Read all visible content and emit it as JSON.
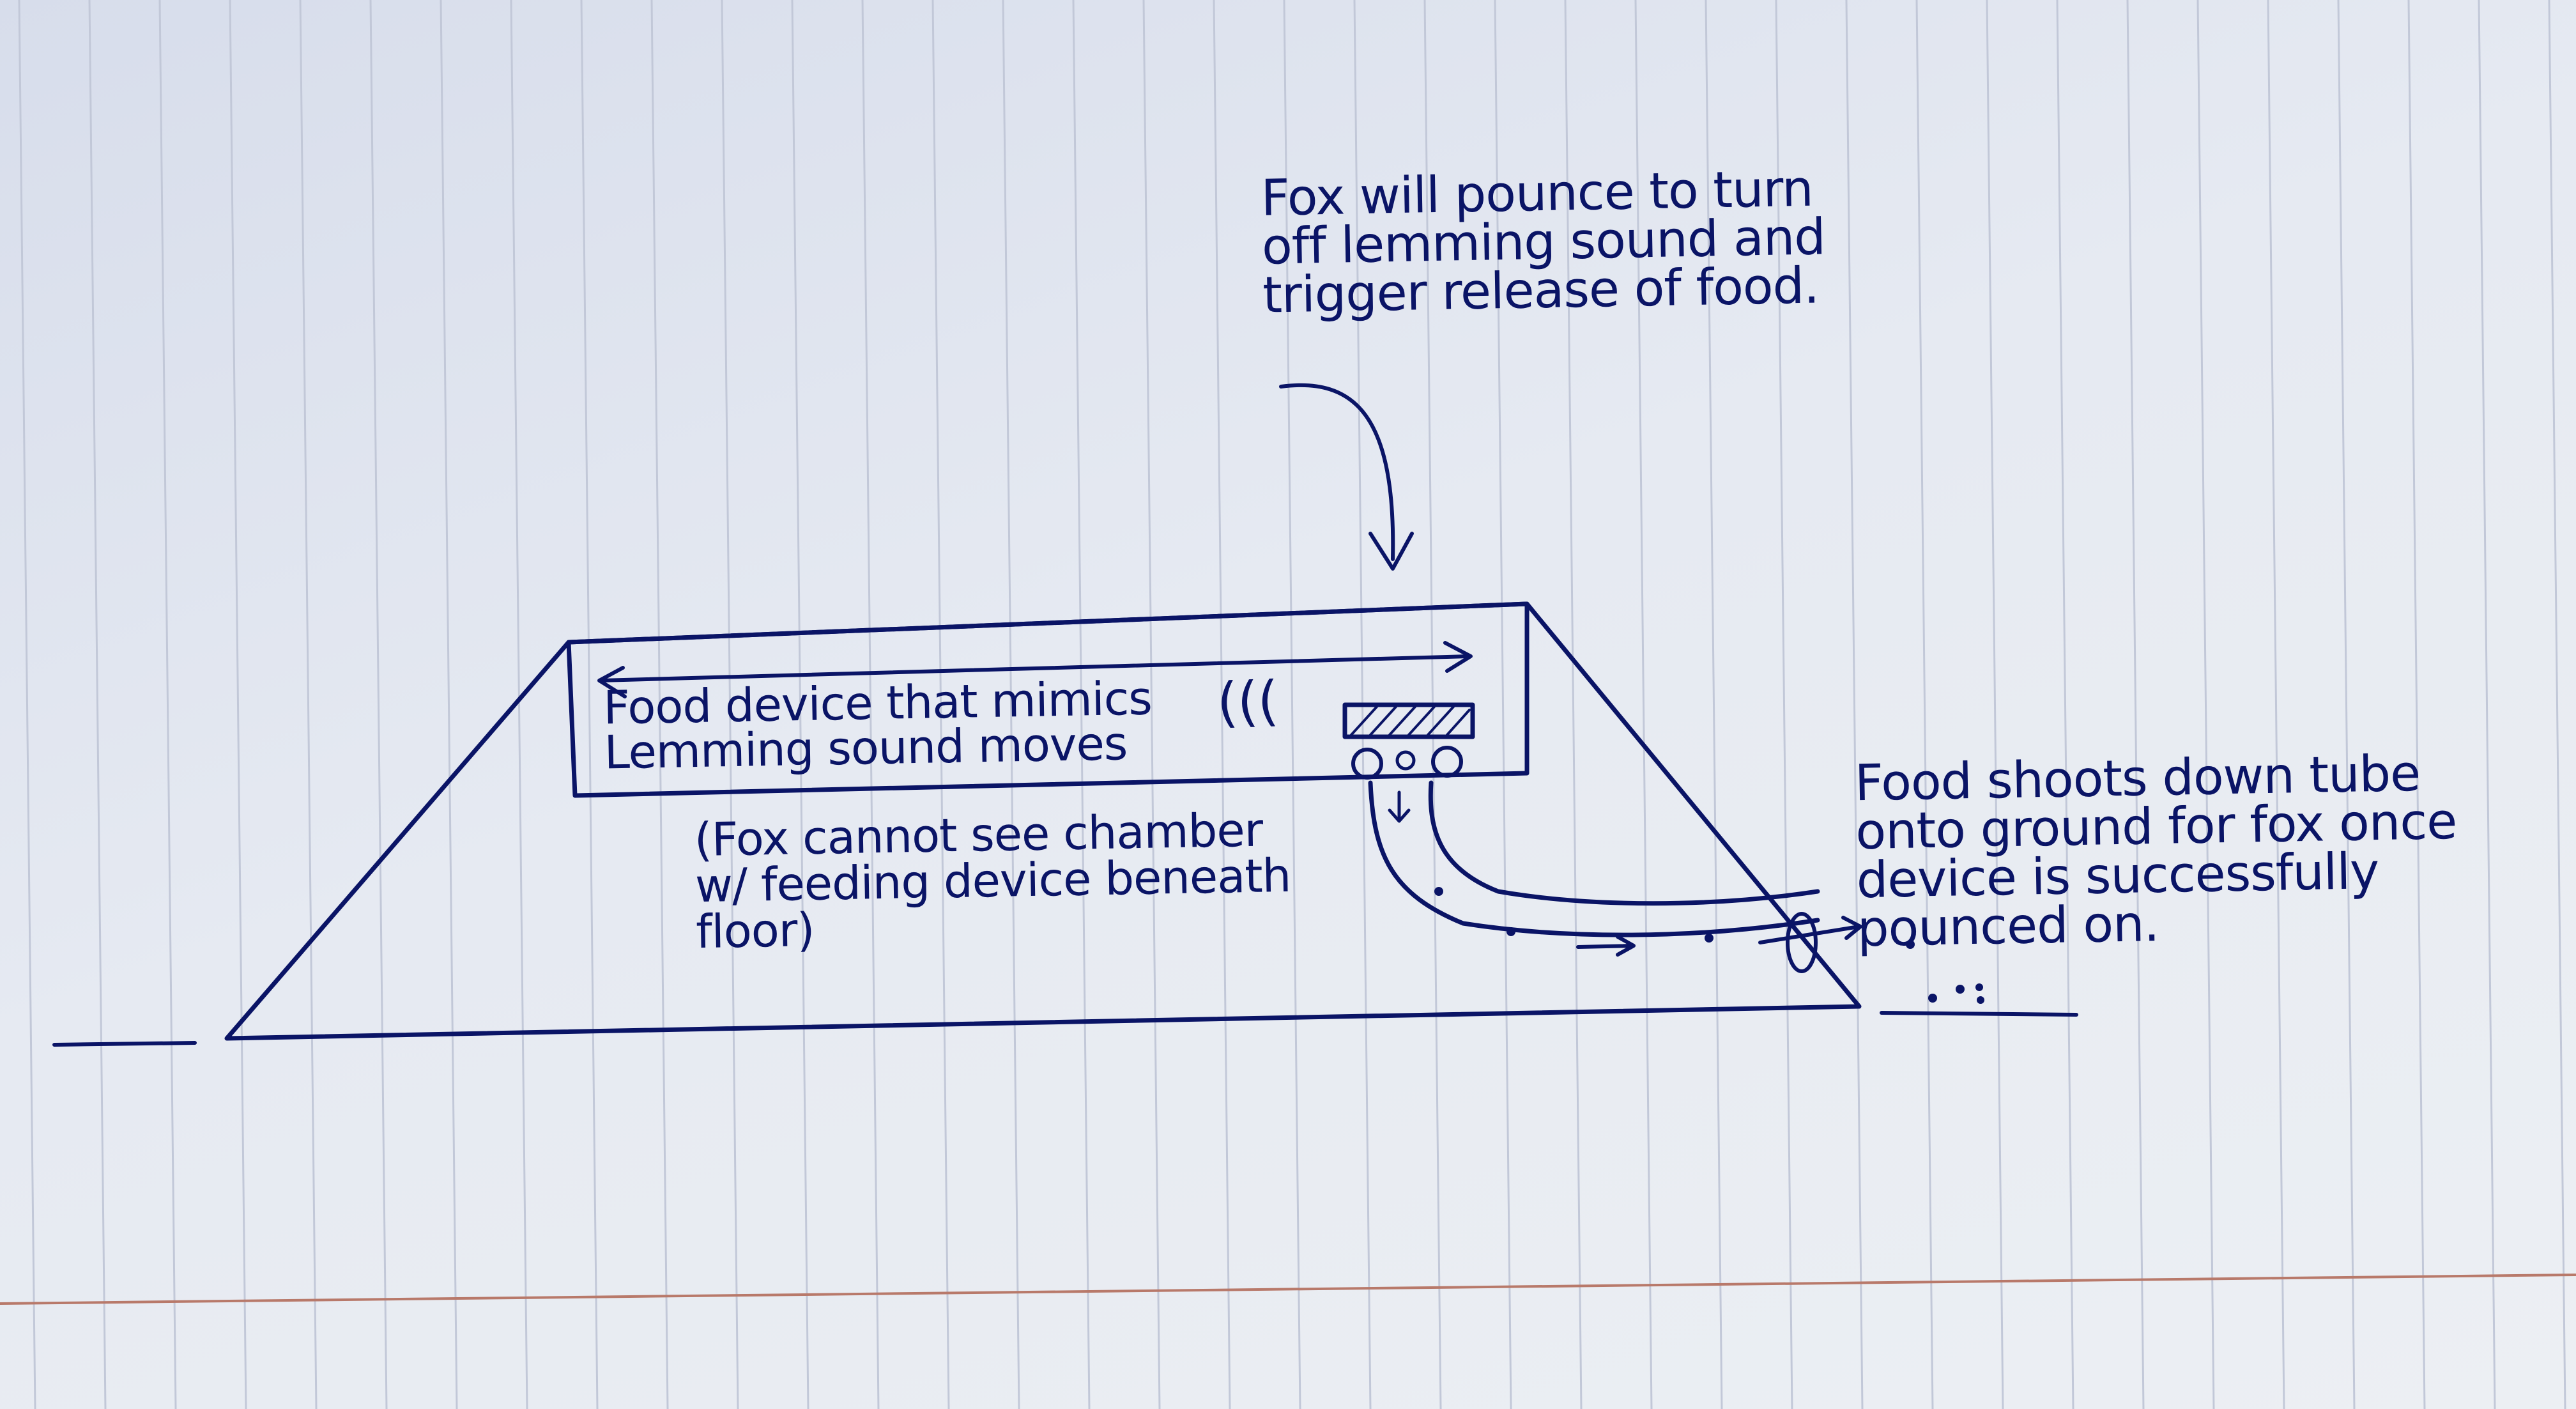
{
  "annotations": {
    "fox_pounce": "Fox will pounce to turn\noff lemming sound and\ntrigger release of food.",
    "food_device": "Food device that mimics\nLemming sound moves",
    "hidden_chamber": "(Fox cannot see chamber\nw/ feeding device beneath\nfloor)",
    "food_shoots": "Food shoots down tube\nonto ground for fox once\ndevice is successfully\n       pounced on."
  },
  "sound_waves": "(((",
  "colors": {
    "ink": "#0a1466",
    "paper": "#e6eaf2",
    "ruled_lines": "#c2c8d8",
    "margin_line": "#b8796a"
  }
}
